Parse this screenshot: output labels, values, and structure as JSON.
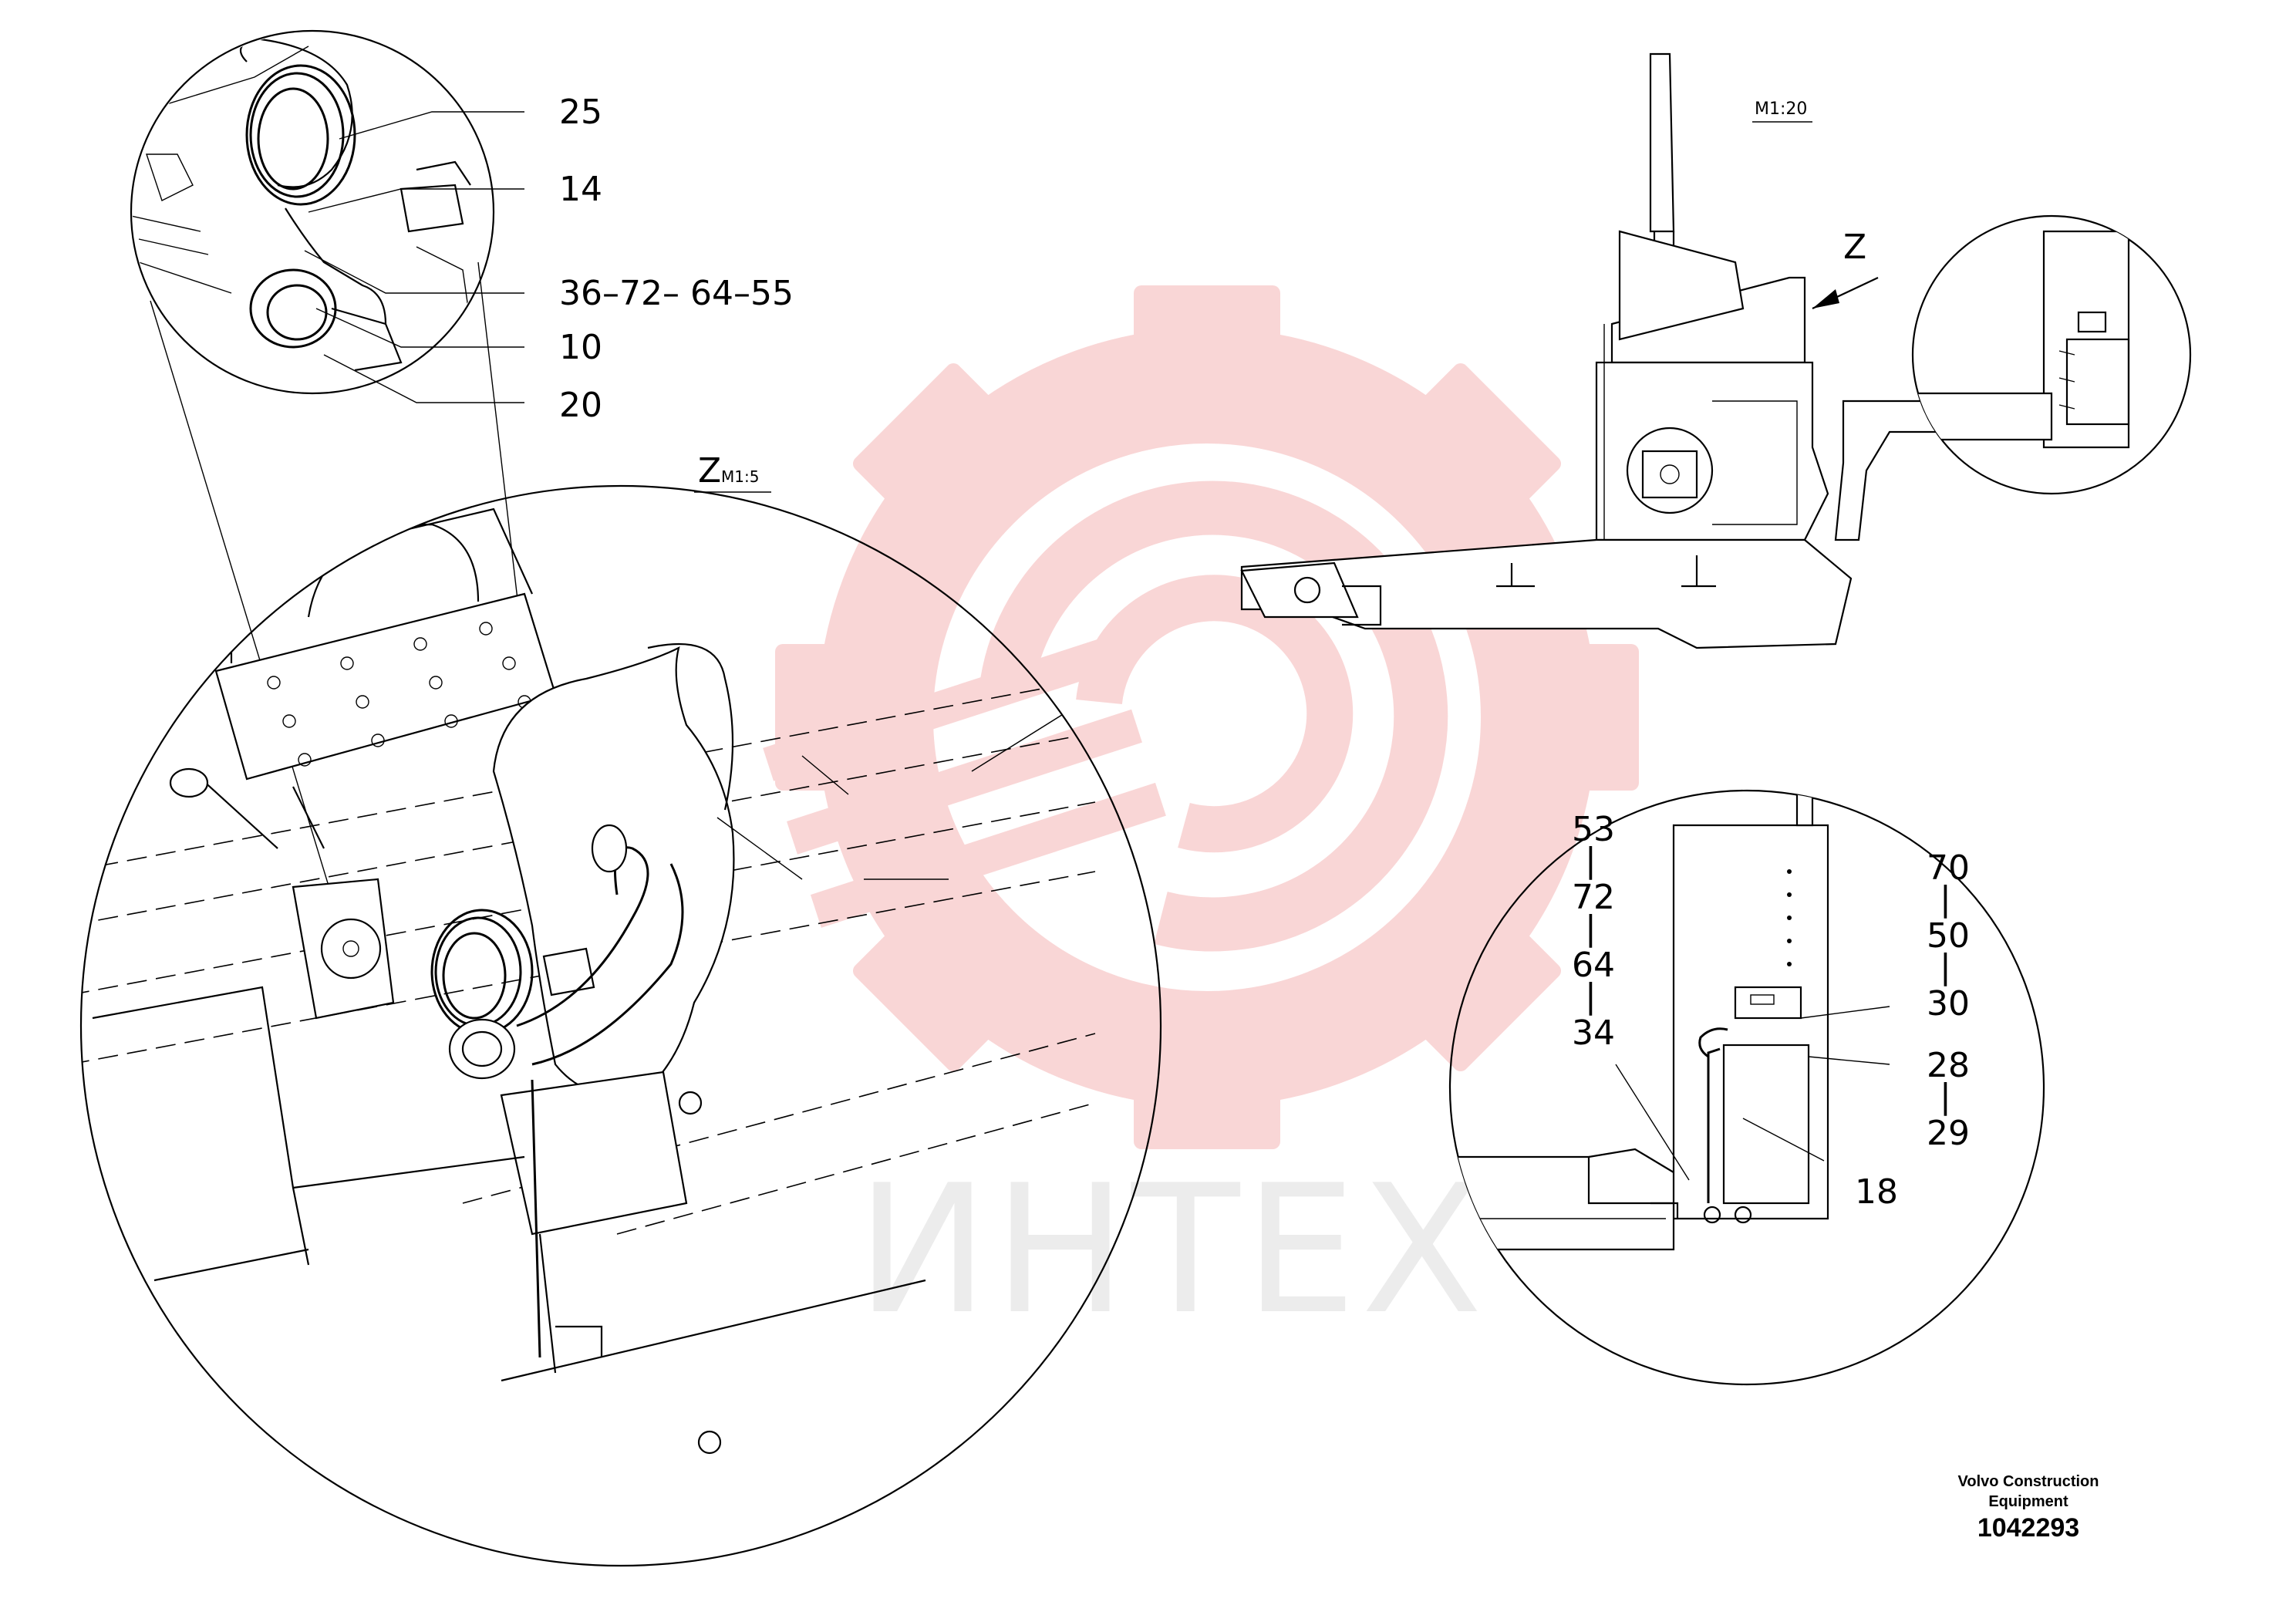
{
  "watermark": {
    "text": "ИНТЕХ",
    "color": "#f5b5b5"
  },
  "detail_top": {
    "callouts": [
      "25",
      "14",
      "36–72– 64–55",
      "10",
      "20"
    ]
  },
  "view_z": {
    "letter": "Z",
    "scale": "M1:5"
  },
  "machine_view": {
    "scale": "M1:20",
    "arrow_label": "Z"
  },
  "detail_bottom_right": {
    "left_stack": [
      "53",
      "|",
      "72",
      "|",
      "64",
      "|",
      "34"
    ],
    "right_stack": [
      "70",
      "|",
      "50",
      "|",
      "30",
      "28",
      "|",
      "29"
    ],
    "callout_18": "18"
  },
  "footer": {
    "company_line1": "Volvo Construction",
    "company_line2": "Equipment",
    "drawing_number": "1042293"
  }
}
